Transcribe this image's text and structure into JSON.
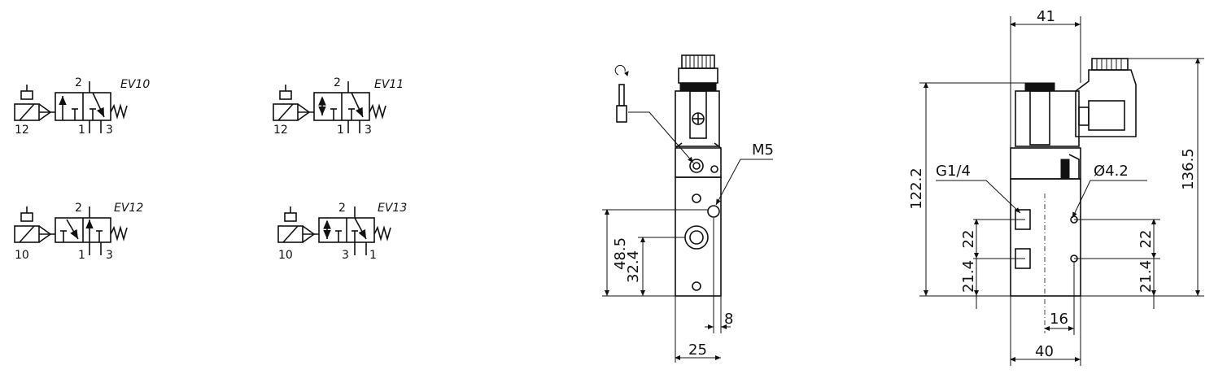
{
  "symbols": [
    {
      "label": "EV10",
      "port_top": "2",
      "port_left": "12",
      "port_mid": "1",
      "port_right": "3"
    },
    {
      "label": "EV11",
      "port_top": "2",
      "port_left": "12",
      "port_mid": "1",
      "port_right": "3"
    },
    {
      "label": "EV12",
      "port_top": "2",
      "port_left": "10",
      "port_mid": "1",
      "port_right": "3"
    },
    {
      "label": "EV13",
      "port_top": "2",
      "port_left": "10",
      "port_mid": "3",
      "port_right": "1"
    }
  ],
  "front_view": {
    "thread": "M5",
    "dim_height": "48.5",
    "dim_port": "32.4",
    "dim_offset": "8",
    "dim_width": "25"
  },
  "side_view": {
    "dim_top": "41",
    "dim_total": "136.5",
    "dim_body": "122.2",
    "port_thread": "G1/4",
    "hole_dia": "Ø4.2",
    "dim_left_22": "22",
    "dim_left_214": "21.4",
    "dim_right_22": "22",
    "dim_right_214": "21.4",
    "dim_16": "16",
    "dim_40": "40"
  }
}
